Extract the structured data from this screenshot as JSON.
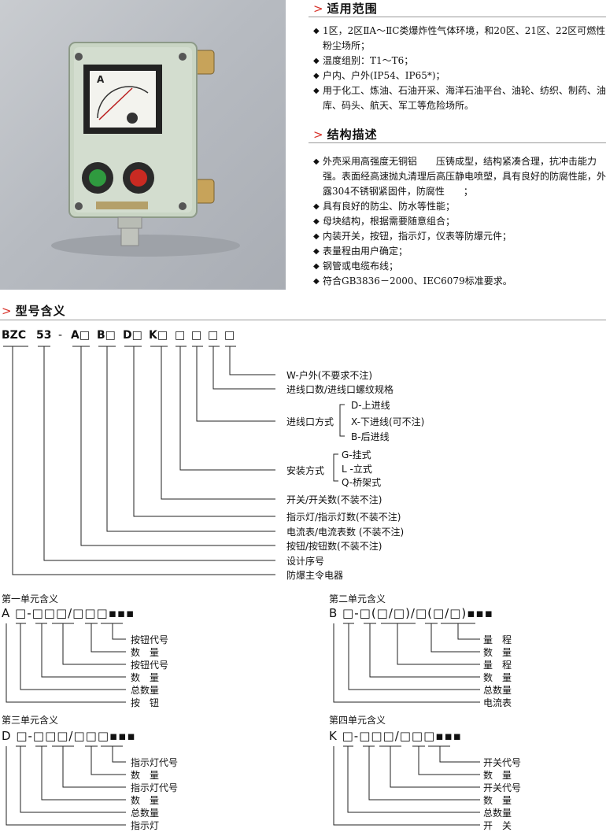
{
  "section1": {
    "title": "适用范围",
    "items": [
      "1区，2区ⅡA～ⅡC类爆炸性气体环境，和20区、21区、22区可燃性粉尘场所；",
      "温度组别：T1～T6；",
      "户内、户外(IP54、IP65*)；",
      "用于化工、炼油、石油开采、海洋石油平台、油轮、纺织、制药、油库、码头、航天、军工等危险场所。"
    ]
  },
  "section2": {
    "title": "结构描述",
    "items": [
      "外壳采用高强度无铜铝　　压铸成型，结构紧凑合理，抗冲击能力强。表面经高速抛丸清理后高压静电喷塑，具有良好的防腐性能，外露304不锈钢紧固件，防腐性　　；",
      "具有良好的防尘、防水等性能；",
      "母块结构，根据需要随意组合；",
      "内装开关，按钮，指示灯，仪表等防爆元件；",
      "表量程由用户确定；",
      "钢管或电缆布线；",
      "符合GB3836－2000、IEC6079标准要求。"
    ]
  },
  "section3": {
    "title": "型号含义",
    "code_parts": [
      "BZC",
      "53",
      "-",
      "A□",
      "B□",
      "D□",
      "K□",
      "□",
      "□",
      "□",
      "□"
    ],
    "labels": {
      "w": "W-户外(不要求不注)",
      "inlet_count": "进线口数/进线口螺纹规格",
      "inlet_mode": "进线口方式",
      "inlet_options": [
        "D-上进线",
        "X-下进线(可不注)",
        "B-后进线"
      ],
      "mount_mode": "安装方式",
      "mount_options": [
        "G-挂式",
        "L -立式",
        "Q-桥架式"
      ],
      "switch": "开关/开关数(不装不注)",
      "lamp": "指示灯/指示灯数(不装不注)",
      "ammeter": "电流表/电流表数 (不装不注)",
      "button": "按钮/按钮数(不装不注)",
      "serial": "设计序号",
      "main": "防爆主令电器"
    }
  },
  "units": [
    {
      "title": "第一单元含义",
      "code": "A □-□□□/□□□▪▪▪",
      "labels": [
        "按钮代号",
        "数　量",
        "按钮代号",
        "数　量",
        "总数量",
        "按　钮"
      ]
    },
    {
      "title": "第二单元含义",
      "code": "B □-□(□/□)/□(□/□)▪▪▪",
      "labels": [
        "量　程",
        "数　量",
        "量　程",
        "数　量",
        "总数量",
        "电流表"
      ]
    },
    {
      "title": "第三单元含义",
      "code": "D □-□□□/□□□▪▪▪",
      "labels": [
        "指示灯代号",
        "数　量",
        "指示灯代号",
        "数　量",
        "总数量",
        "指示灯"
      ]
    },
    {
      "title": "第四单元含义",
      "code": "K □-□□□/□□□▪▪▪",
      "labels": [
        "开关代号",
        "数　量",
        "开关代号",
        "数　量",
        "总数量",
        "开　关"
      ]
    }
  ],
  "product_photo": {
    "dial_letter": "A"
  }
}
